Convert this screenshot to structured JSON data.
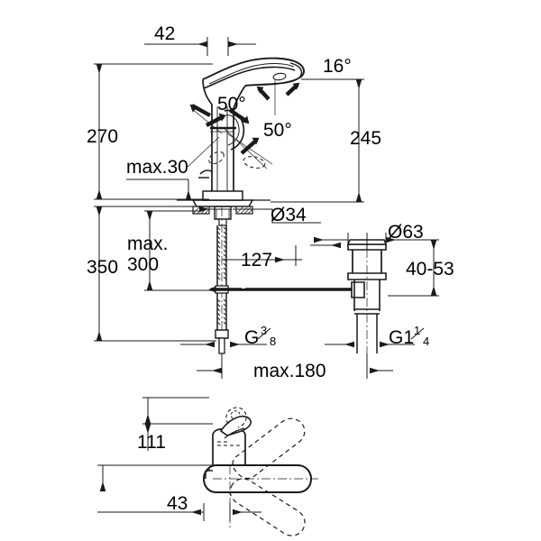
{
  "drawing": {
    "title": "Single-lever basin mixer dimensional drawing",
    "units": "mm",
    "line_color": "#1a1a1a",
    "background_color": "#ffffff",
    "views": [
      {
        "name": "front-elevation",
        "label": ""
      },
      {
        "name": "top-plan",
        "label": ""
      }
    ]
  },
  "dimensions": {
    "d42": "42",
    "d270": "270",
    "d350": "350",
    "d245": "245",
    "d127": "127",
    "d111": "111",
    "d43": "43",
    "max30": "max.30",
    "max_line1": "max.",
    "max_line2": "300",
    "max180": "max.180",
    "range_40_53": "40-53"
  },
  "diameters": {
    "d34": "Ø34",
    "d63": "Ø63"
  },
  "angles": {
    "a16": "16°",
    "a50_left": "50°",
    "a50_right": "50°"
  },
  "threads": {
    "g38_main": "G",
    "g38_num": "3",
    "g38_den": "8",
    "g114_main": "G1",
    "g114_num": "1",
    "g114_den": "4"
  }
}
